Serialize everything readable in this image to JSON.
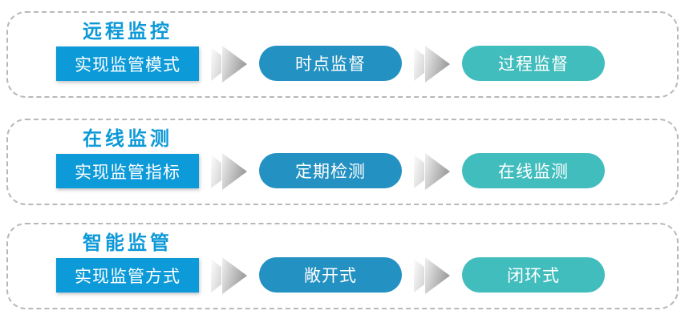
{
  "colors": {
    "title-blue": "#0d99d8",
    "source-blue": "#0d9ad8",
    "pill-blue": "#2391c2",
    "pill-teal": "#41bdbd",
    "dash-gray": "#b8b8b8"
  },
  "rows": [
    {
      "title": "远程监控",
      "source": "实现监管模式",
      "steps": [
        "时点监督",
        "过程监督"
      ]
    },
    {
      "title": "在线监测",
      "source": "实现监管指标",
      "steps": [
        "定期检测",
        "在线监测"
      ]
    },
    {
      "title": "智能监管",
      "source": "实现监管方式",
      "steps": [
        "敞开式",
        "闭环式"
      ]
    }
  ]
}
